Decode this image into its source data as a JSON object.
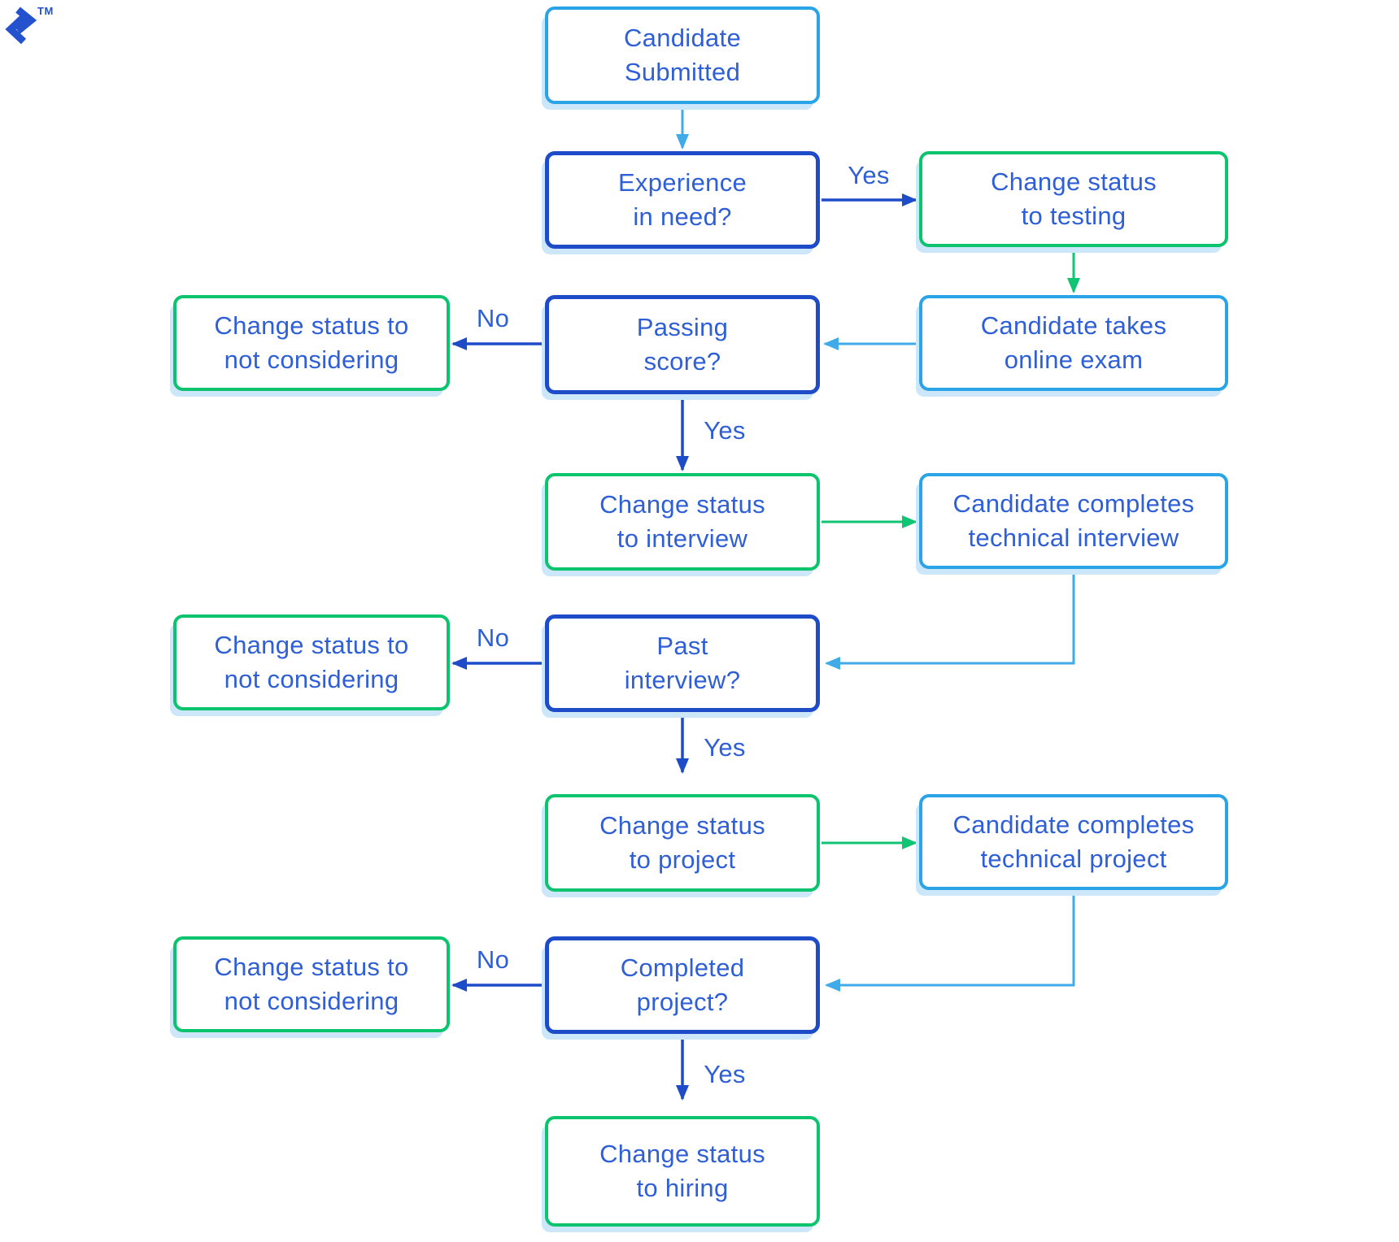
{
  "page": {
    "background": "#ffffff"
  },
  "logo": {
    "tm": "TM"
  },
  "labels": {
    "yes": "Yes",
    "no": "No"
  },
  "colors": {
    "dark_blue_border": "#1e4bc8",
    "light_blue_border": "#2aa4e6",
    "green_border": "#0cc46e",
    "text_blue": "#2f5fd6",
    "shadow_blue": "#cde7fa",
    "arrow_light_blue": "#41aae9",
    "arrow_green": "#0fc573",
    "arrow_dark_blue": "#1e4bc8"
  },
  "nodes": {
    "submitted": {
      "l1": "Candidate",
      "l2": "Submitted"
    },
    "experience": {
      "l1": "Experience",
      "l2": "in need?"
    },
    "testing": {
      "l1": "Change status",
      "l2": "to testing"
    },
    "exam": {
      "l1": "Candidate takes",
      "l2": "online exam"
    },
    "passing": {
      "l1": "Passing",
      "l2": "score?"
    },
    "not_considering_1": {
      "l1": "Change status to",
      "l2": "not considering"
    },
    "interview": {
      "l1": "Change status",
      "l2": "to interview"
    },
    "tech_interview": {
      "l1": "Candidate completes",
      "l2": "technical interview"
    },
    "past_interview": {
      "l1": "Past",
      "l2": "interview?"
    },
    "not_considering_2": {
      "l1": "Change status to",
      "l2": "not considering"
    },
    "project": {
      "l1": "Change status",
      "l2": "to project"
    },
    "tech_project": {
      "l1": "Candidate completes",
      "l2": "technical project"
    },
    "completed": {
      "l1": "Completed",
      "l2": "project?"
    },
    "not_considering_3": {
      "l1": "Change status to",
      "l2": "not considering"
    },
    "hiring": {
      "l1": "Change status",
      "l2": "to hiring"
    }
  }
}
